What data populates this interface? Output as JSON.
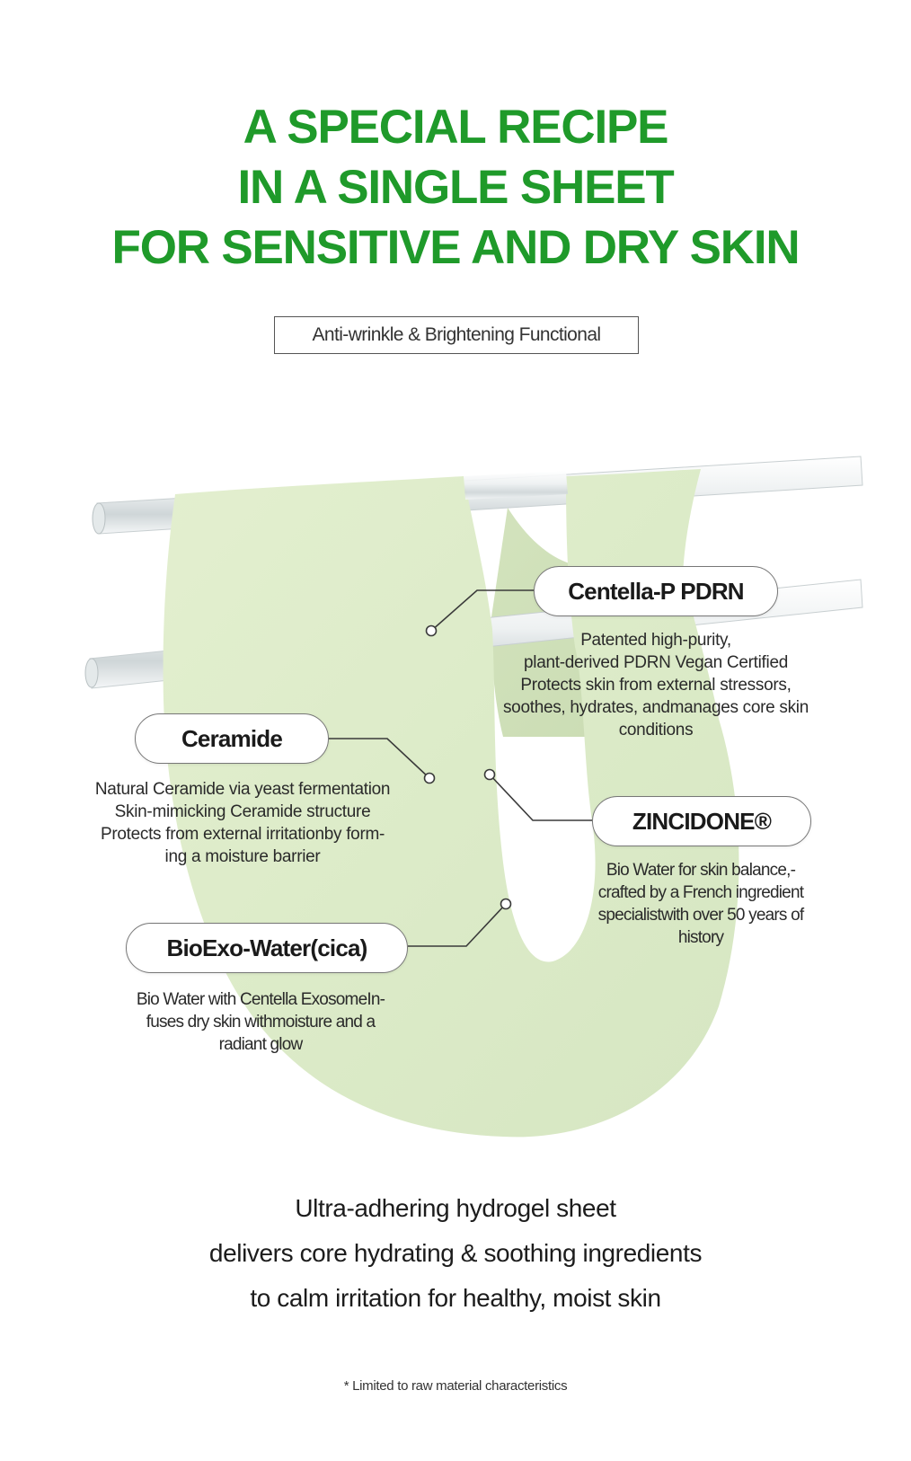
{
  "headline": {
    "line1": "A SPECIAL RECIPE",
    "line2": "IN A SINGLE SHEET",
    "line3": "FOR SENSITIVE AND DRY SKIN"
  },
  "subtitle": "Anti-wrinkle & Brightening Functional",
  "ingredients": {
    "centella": {
      "name": "Centella-P PDRN",
      "lines": [
        "Patented high-purity,",
        "plant-derived PDRN Vegan Certified",
        "Protects skin from external stressors,",
        "soothes, hydrates, andmanages core skin",
        "conditions"
      ]
    },
    "ceramide": {
      "name": "Ceramide",
      "lines": [
        "Natural Ceramide via yeast fermentation",
        "Skin-mimicking Ceramide structure",
        "Protects from external irritationby form-",
        "ing a moisture barrier"
      ]
    },
    "zincidone": {
      "name": "ZINCIDONE®",
      "lines": [
        "Bio Water for skin balance,-",
        "crafted by a French ingredient",
        "specialistwith over 50 years of",
        "history"
      ]
    },
    "bioexo": {
      "name": "BioExo-Water(cica)",
      "lines": [
        "Bio Water with Centella ExosomeIn-",
        "fuses dry skin withmoisture and a",
        "radiant glow"
      ]
    }
  },
  "bottom_copy": {
    "line1": "Ultra-adhering hydrogel sheet",
    "line2": "delivers core hydrating & soothing ingredients",
    "line3": "to calm irritation for healthy, moist skin"
  },
  "footnote": "* Limited to raw material characteristics",
  "colors": {
    "headline_green": "#1f9a2a",
    "sheet_green": "#dfeccb",
    "rod": "#e9eeef"
  }
}
